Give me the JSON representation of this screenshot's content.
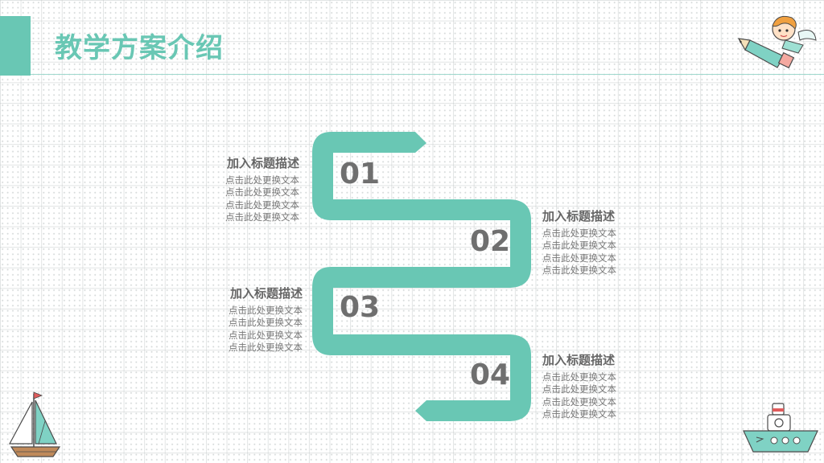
{
  "header": {
    "title": "教学方案介绍"
  },
  "steps": [
    {
      "number": "01",
      "heading": "加入标题描述",
      "lines": [
        "点击此处更换文本",
        "点击此处更换文本",
        "点击此处更换文本",
        "点击此处更换文本"
      ]
    },
    {
      "number": "02",
      "heading": "加入标题描述",
      "lines": [
        "点击此处更换文本",
        "点击此处更换文本",
        "点击此处更换文本",
        "点击此处更换文本"
      ]
    },
    {
      "number": "03",
      "heading": "加入标题描述",
      "lines": [
        "点击此处更换文本",
        "点击此处更换文本",
        "点击此处更换文本",
        "点击此处更换文本"
      ]
    },
    {
      "number": "04",
      "heading": "加入标题描述",
      "lines": [
        "点击此处更换文本",
        "点击此处更换文本",
        "点击此处更换文本",
        "点击此处更换文本"
      ]
    }
  ],
  "colors": {
    "accent": "#69c7b4",
    "text": "#6f6f6f"
  },
  "icons": {
    "top_right": "girl-on-pencil-icon",
    "bottom_left": "sailboat-icon",
    "bottom_right": "steamboat-icon"
  }
}
